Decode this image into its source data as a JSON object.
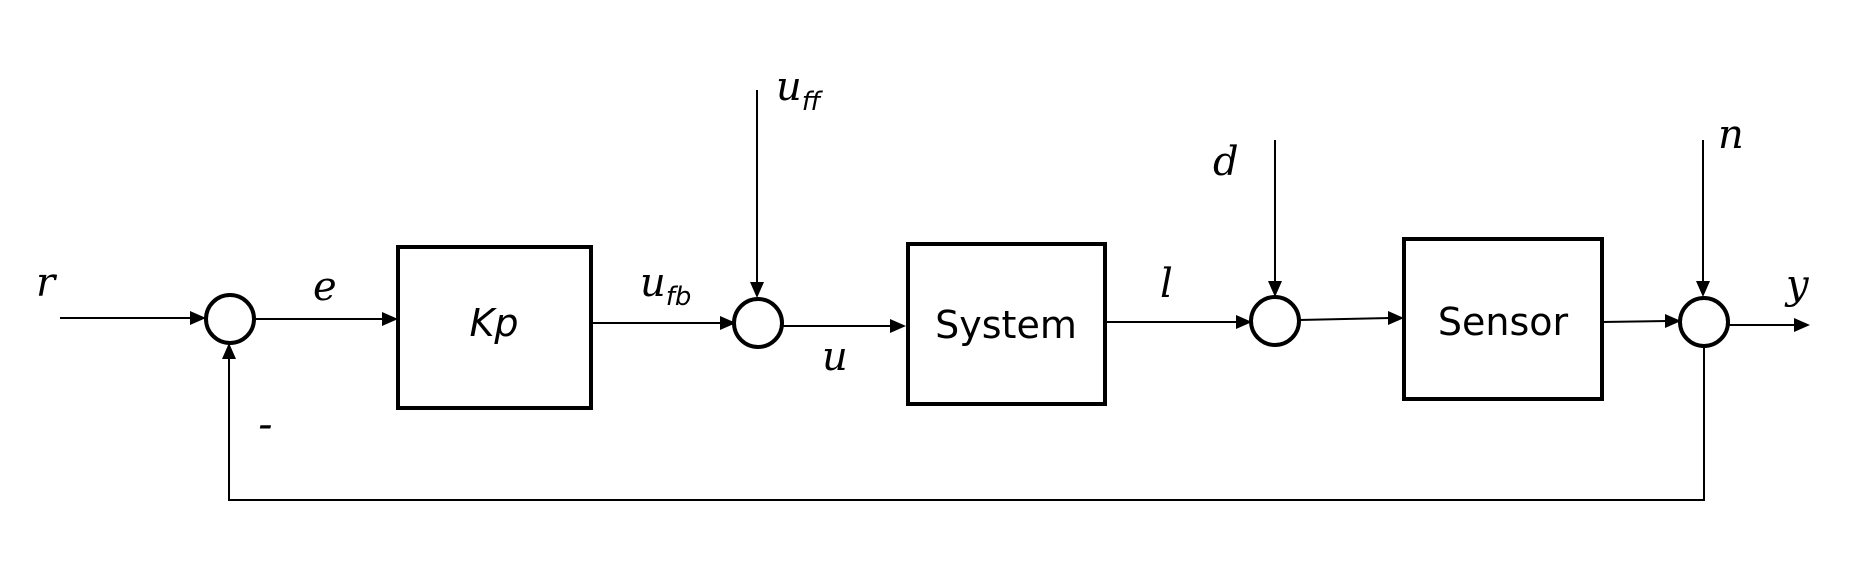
{
  "diagram": {
    "blocks": {
      "controller": "Kp",
      "plant": "System",
      "sensor": "Sensor"
    },
    "signals": {
      "reference": "r",
      "error": "e",
      "feedback_control_base": "u",
      "feedback_control_sub": "fb",
      "feedforward_base": "u",
      "feedforward_sub": "ff",
      "control": "u",
      "plant_output": "l",
      "disturbance": "d",
      "noise": "n",
      "output": "y",
      "feedback_sign": "-"
    },
    "colors": {
      "ink": "#000000",
      "background": "#ffffff"
    }
  }
}
